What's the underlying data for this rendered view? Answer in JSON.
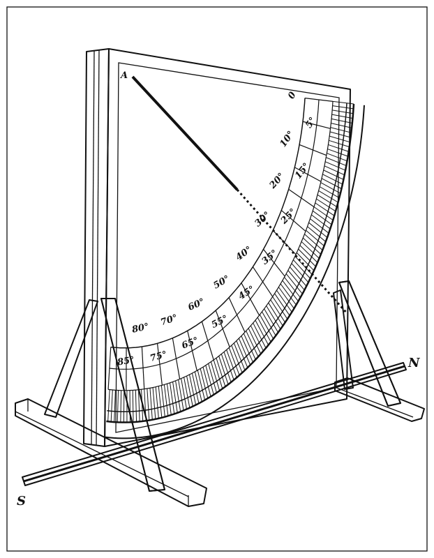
{
  "title_mark": "A",
  "quadrant": {
    "outer_labels": [
      "0",
      "10°",
      "20°",
      "30°",
      "40°",
      "50°",
      "60°",
      "70°",
      "80°"
    ],
    "outer_angles": [
      0,
      10,
      20,
      30,
      40,
      50,
      60,
      70,
      80
    ],
    "inner_labels": [
      "5°",
      "15°",
      "25°",
      "35°",
      "45°",
      "55°",
      "65°",
      "75°",
      "85°"
    ],
    "inner_angles": [
      5,
      15,
      25,
      35,
      45,
      55,
      65,
      75,
      85
    ]
  },
  "compass": {
    "north": "N",
    "south": "S"
  },
  "colors": {
    "ink": "#111111",
    "paper": "#ffffff"
  }
}
